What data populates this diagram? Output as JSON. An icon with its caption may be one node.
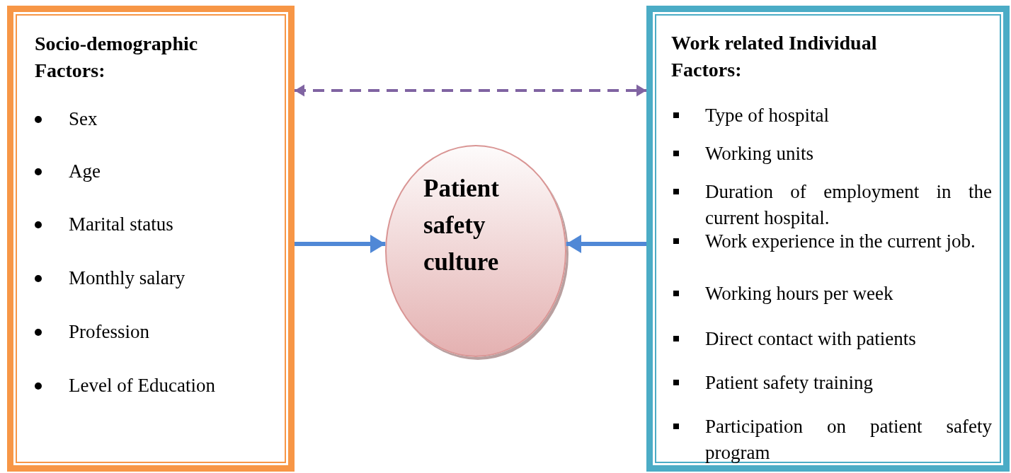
{
  "diagram": {
    "nodes": [
      {
        "text": [
          "Socio-demographic Factors:",
          "Sex",
          "Age",
          "Marital status",
          "Monthly salary",
          "Profession",
          "Level of Education"
        ]
      },
      {
        "text": [
          "Patient safety culture"
        ]
      },
      {
        "text": [
          "Work related Individual Factors:",
          "Type of hospital",
          "Working units",
          "Duration of employment in the current hospital.",
          "Work experience in the current job.",
          "Working hours per week",
          "Direct contact with patients",
          "Patient safety training",
          "Participation on patient safety program"
        ]
      }
    ],
    "edges": [
      {
        "from": 0,
        "to": 1,
        "arrow": "to"
      },
      {
        "from": 2,
        "to": 1,
        "arrow": "to"
      },
      {
        "from": 0,
        "to": 2,
        "arrow": "both",
        "style": "dashed",
        "color": "#8064a2"
      }
    ]
  }
}
